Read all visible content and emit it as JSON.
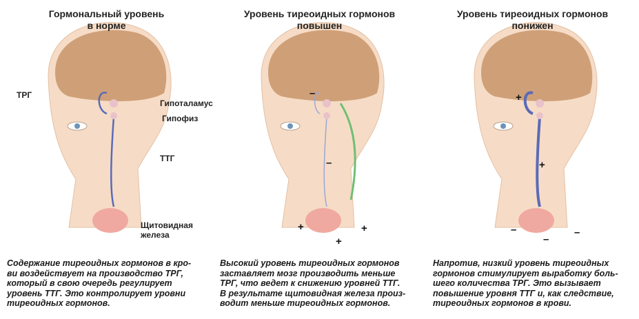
{
  "panels": [
    {
      "title": "Гормональный уровень\nв норме",
      "caption": "Содержание тиреоидных гормонов в кро-\nви воздействует на производство ТРГ,\nкоторый в свою очередь регулирует\nуровень ТТГ. Это контролирует уровни\nтиреоидных гормонов.",
      "labels": {
        "trg": "ТРГ",
        "hypothalamus": "Гипоталамус",
        "pituitary": "Гипофиз",
        "ttg": "ТТГ",
        "thyroid": "Щитовидная\nжелеза"
      }
    },
    {
      "title": "Уровень тиреоидных гормонов\nповышен",
      "caption": "Высокий уровень тиреоидных гормонов\nзаставляет мозг производить меньше\nТРГ, что ведет к снижению уровней ТТГ.\nВ результате щитовидная железа произ-\nводит меньше тиреоидных гормонов.",
      "signs": [
        "–",
        "–",
        "+",
        "+",
        "+"
      ]
    },
    {
      "title": "Уровень тиреоидных гормонов\nпонижен",
      "caption": "Напротив, низкий уровень тиреоидных\nгормонов стимулирует выработку боль-\nшего количества ТРГ. Это вызывает\nповышение уровня ТТГ и, как следствие,\nтиреоидных гормонов в крови.",
      "signs": [
        "+",
        "+",
        "–",
        "–",
        "–"
      ]
    }
  ],
  "colors": {
    "skin": "#f6dcc6",
    "brain": "#c8956a",
    "arrow_blue": "#5a6ab8",
    "arrow_green": "#6fbf73",
    "thyroid": "#f0a9a0"
  }
}
